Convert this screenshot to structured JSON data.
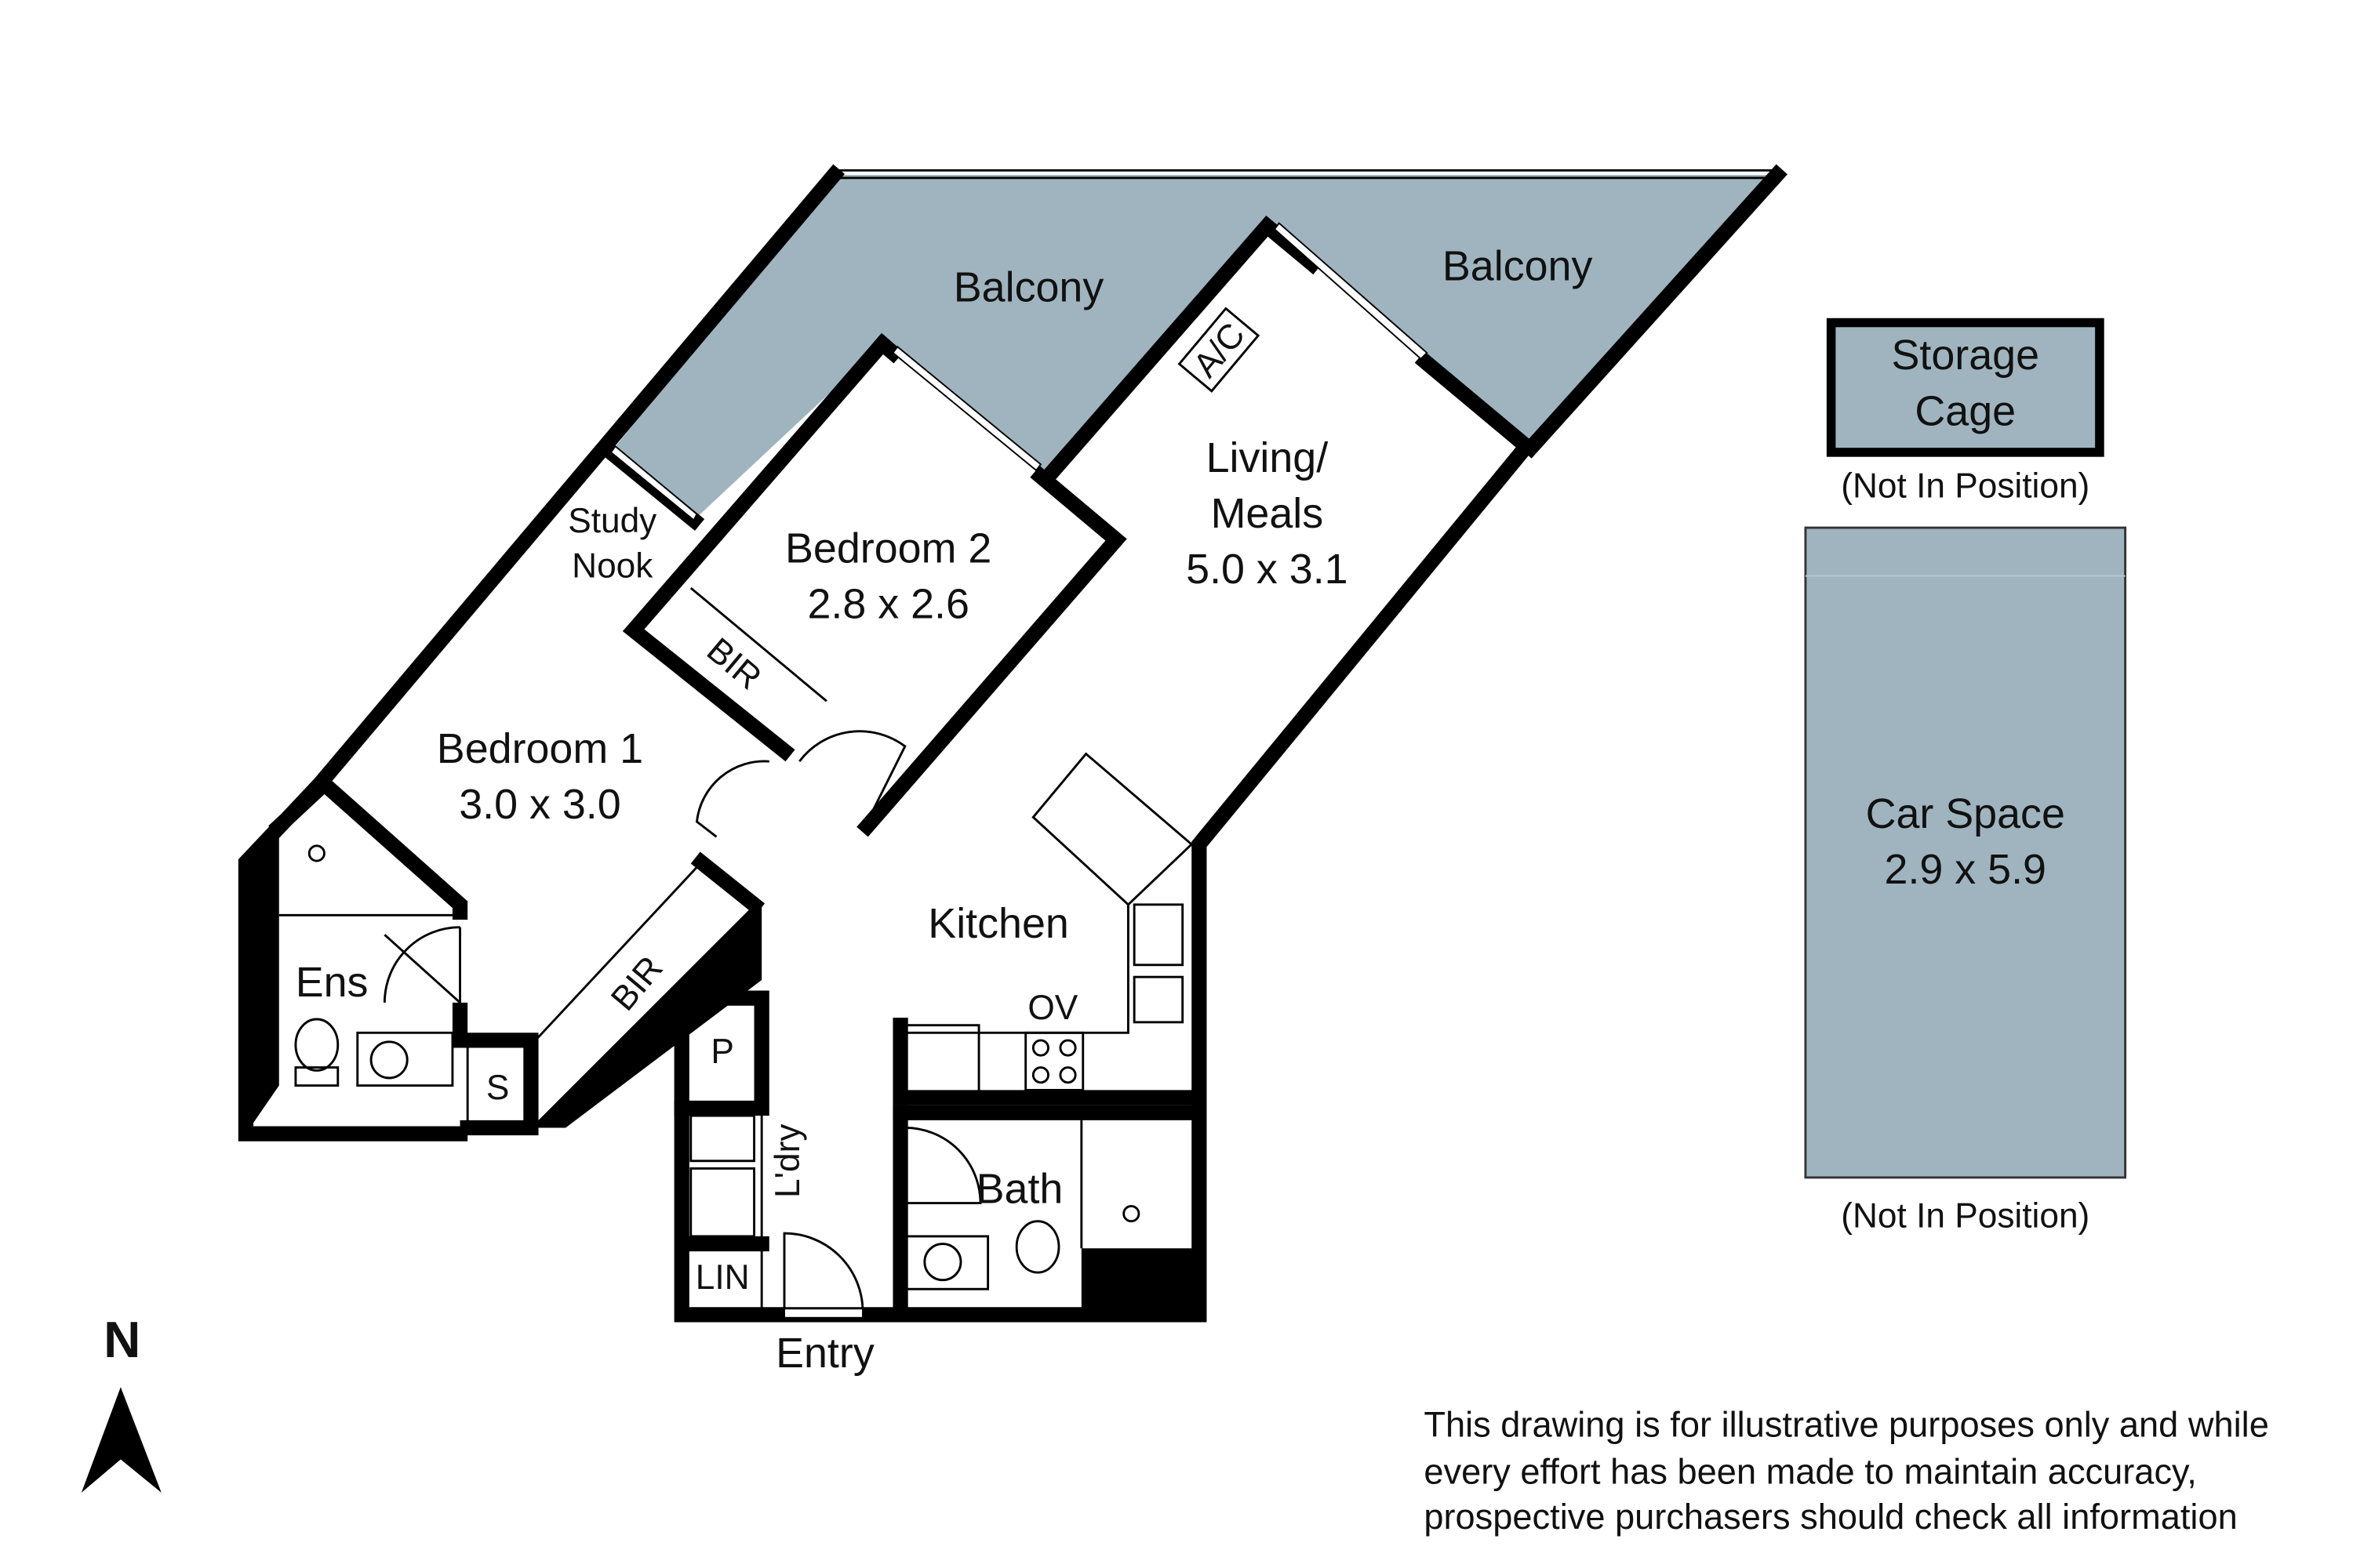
{
  "colors": {
    "area_fill": "#9fb4be",
    "wall": "#000000",
    "background": "#ffffff"
  },
  "rooms": {
    "balcony_left": "Balcony",
    "balcony_right": "Balcony",
    "ac": "A/C",
    "living_line1": "Living/",
    "living_line2": "Meals",
    "living_dims": "5.0 x 3.1",
    "bedroom2": "Bedroom 2",
    "bedroom2_dims": "2.8 x 2.6",
    "study_line1": "Study",
    "study_line2": "Nook",
    "bir_bed2": "BIR",
    "bedroom1": "Bedroom 1",
    "bedroom1_dims": "3.0 x 3.0",
    "bir_bed1": "BIR",
    "ensuite": "Ens",
    "store": "S",
    "kitchen": "Kitchen",
    "oven": "OV",
    "pantry": "P",
    "laundry": "L'dry",
    "linen": "LIN",
    "bath": "Bath",
    "entry": "Entry"
  },
  "extras": {
    "storage_line1": "Storage",
    "storage_line2": "Cage",
    "storage_note": "(Not In Position)",
    "car_line1": "Car Space",
    "car_dims": "2.9 x 5.9",
    "car_note": "(Not In Position)"
  },
  "compass": {
    "label": "N",
    "icon": "north-arrow-icon"
  },
  "disclaimer": [
    "This drawing is for illustrative purposes only and while",
    "every effort has been made to maintain accuracy,",
    "prospective purchasers should check all information"
  ]
}
